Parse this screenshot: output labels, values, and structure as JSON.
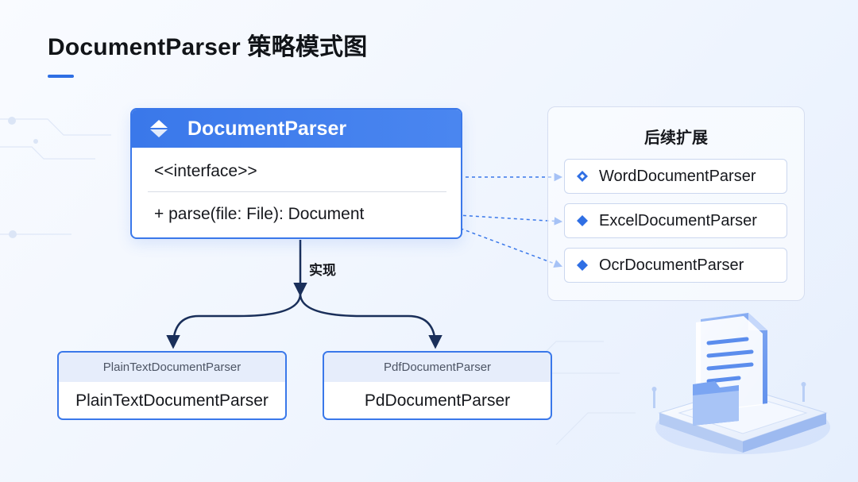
{
  "title": "DocumentParser 策略模式图",
  "colors": {
    "accent": "#3a78ea",
    "impl_header_bg": "#e6edfb",
    "background": "#f1f6fe"
  },
  "interface": {
    "icon": "diamond-icon",
    "name": "DocumentParser",
    "stereotype": "<<interface>>",
    "method": "+ parse(file: File): Document"
  },
  "implements_label": "实现",
  "implementations": [
    {
      "header": "PlainTextDocumentParser",
      "name": "PlainTextDocumentParser"
    },
    {
      "header": "PdfDocumentParser",
      "name": "PdDocumentParser"
    }
  ],
  "extensions": {
    "title": "后续扩展",
    "items": [
      {
        "label": "WordDocumentParser",
        "icon": "diamond-icon"
      },
      {
        "label": "ExcelDocumentParser",
        "icon": "diamond-icon"
      },
      {
        "label": "OcrDocumentParser",
        "icon": "diamond-icon"
      }
    ]
  }
}
